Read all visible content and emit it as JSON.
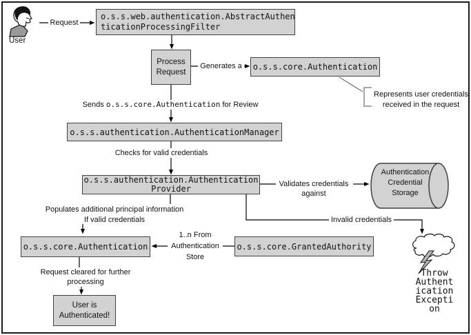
{
  "colors": {
    "node_fill": "#d2d2d2",
    "node_border": "#3f3f3f",
    "connector": "#000000",
    "background": "#ffffff"
  },
  "icons": {
    "user": "user-profile-icon",
    "storage": "database-cylinder-icon",
    "error": "cloud-lightning-icon"
  },
  "nodes": {
    "filter": {
      "lines": [
        "o.s.s.web.authentication.AbstractAuthen",
        "ticationProcessingFilter"
      ]
    },
    "process": {
      "lines": [
        "Process",
        "Request"
      ]
    },
    "auth_top": {
      "lines": [
        "o.s.s.core.Authentication"
      ]
    },
    "manager": {
      "lines": [
        "o.s.s.authentication.AuthenticationManager"
      ]
    },
    "provider": {
      "lines": [
        "o.s.s.authentication.Authentication",
        "Provider"
      ]
    },
    "storage": {
      "lines": [
        "Authentication",
        "Credential",
        "Storage"
      ]
    },
    "auth_bottom": {
      "lines": [
        "o.s.s.core.Authentication"
      ]
    },
    "granted": {
      "lines": [
        "o.s.s.core.GrantedAuthority"
      ]
    },
    "done": {
      "lines": [
        "User is",
        "Authenticated!"
      ]
    }
  },
  "labels": {
    "user": "User",
    "request": "Request",
    "generates": "Generates a",
    "represents": [
      "Represents user credentials",
      "received in the request"
    ],
    "sends": {
      "prefix": "Sends ",
      "code": "o.s.s.core.Authentication",
      "suffix": " for Review"
    },
    "checks": "Checks for valid credentials",
    "validates": [
      "Validates credentials",
      "against"
    ],
    "populates": [
      "Populates additional principal information",
      "If valid credentials"
    ],
    "invalid": "Invalid credentials",
    "from_store": [
      "1..n From",
      "Authentication",
      "Store"
    ],
    "cleared": [
      "Request cleared for further",
      "processing"
    ],
    "throw_exception": [
      "Throw",
      "Authent",
      "ication",
      "Excepti",
      "on"
    ]
  }
}
